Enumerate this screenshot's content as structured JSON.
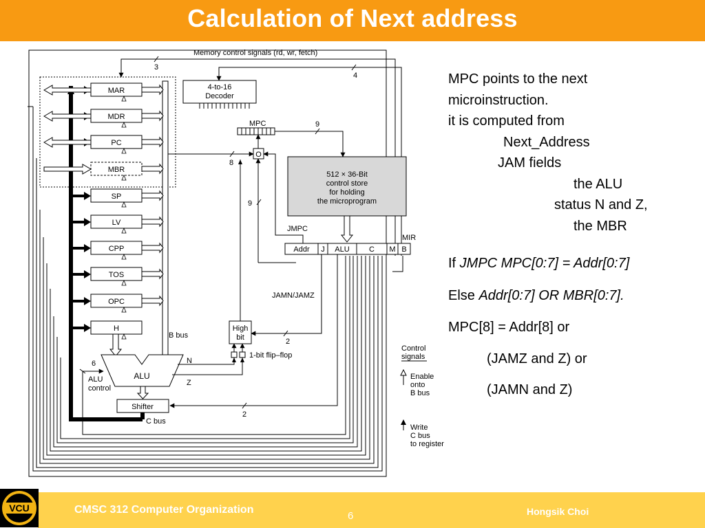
{
  "slide": {
    "title": "Calculation of Next address",
    "colors": {
      "title_bar": "#f89a12",
      "footer_bar": "#ffd24d",
      "logo_gold": "#f2b313"
    }
  },
  "diagram": {
    "top_label": "Memory control signals (rd, wr, fetch)",
    "bus_width_memory": "3",
    "bus_width_decoder": "4",
    "decoder_line1": "4-to-16",
    "decoder_line2": "Decoder",
    "registers": [
      "MAR",
      "MDR",
      "PC",
      "MBR",
      "SP",
      "LV",
      "CPP",
      "TOS",
      "OPC",
      "H"
    ],
    "mpc_label": "MPC",
    "mpc_width": "9",
    "or_gate": "O",
    "width_8": "8",
    "width_9": "9",
    "store_line1": "512 × 36-Bit",
    "store_line2": "control store",
    "store_line3": "for holding",
    "store_line4": "the microprogram",
    "jmpc_label": "JMPC",
    "mir_label": "MIR",
    "mir_fields": [
      "Addr",
      "J",
      "ALU",
      "C",
      "M",
      "B"
    ],
    "jamn_label": "JAMN/JAMZ",
    "high_bit_line1": "High",
    "high_bit_line2": "bit",
    "width_2a": "2",
    "flipflop_label": "1-bit flip–flop",
    "bbus_label": "B bus",
    "n_label": "N",
    "z_label": "Z",
    "alu_label": "ALU",
    "alu_ctrl_width": "6",
    "alu_ctrl_line1": "ALU",
    "alu_ctrl_line2": "control",
    "shifter_label": "Shifter",
    "width_2b": "2",
    "cbus_label": "C bus",
    "legend_title1": "Control",
    "legend_title2": "signals",
    "legend_enable1": "Enable",
    "legend_enable2": "onto",
    "legend_enable3": "B bus",
    "legend_write1": "Write",
    "legend_write2": "C bus",
    "legend_write3": "to register"
  },
  "text": {
    "l1": "MPC points to the next",
    "l2": "microinstruction.",
    "l3": "it is computed from",
    "l4": "Next_Address",
    "l5": "JAM fields",
    "l6": "the ALU",
    "l7": "status N and Z,",
    "l8": "the MBR",
    "if_prefix": "If ",
    "if_expr": "JMPC MPC[0:7] = Addr[0:7]",
    "else_prefix": "Else ",
    "else_expr": "Addr[0:7] OR MBR[0:7].",
    "m1": "MPC[8] = Addr[8] or",
    "m2": "(JAMZ and Z) or",
    "m3": "(JAMN and Z)"
  },
  "footer": {
    "logo_text": "VCU",
    "course": "CMSC 312 Computer Organization",
    "page": "6",
    "author": "Hongsik Choi"
  }
}
